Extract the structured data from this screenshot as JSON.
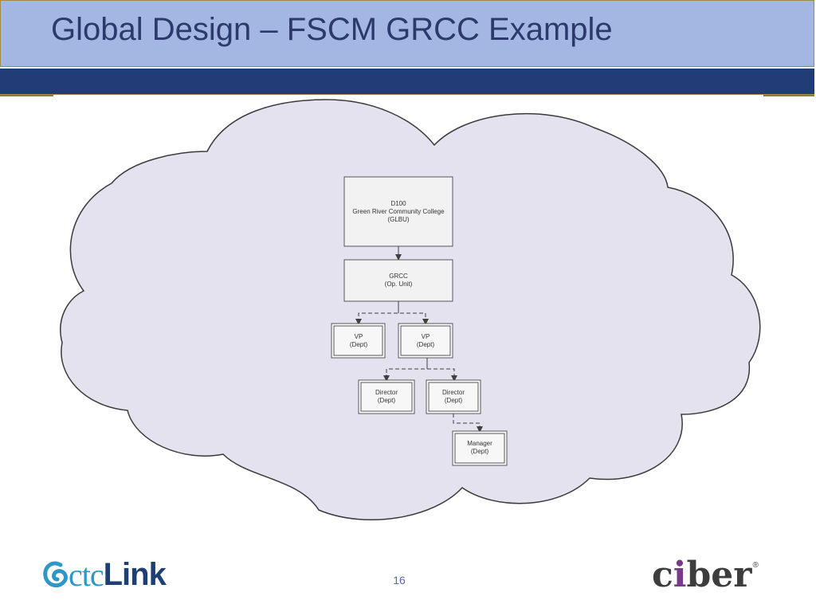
{
  "slide": {
    "title": "Global Design – FSCM GRCC Example",
    "page_number": "16"
  },
  "diagram": {
    "nodes": {
      "root": {
        "line1": "D100",
        "line2": "Green River Community College",
        "line3": "(GLBU)"
      },
      "unit": {
        "line1": "GRCC",
        "line2": "(Op. Unit)"
      },
      "vp_left": {
        "line1": "VP",
        "line2": "(Dept)"
      },
      "vp_right": {
        "line1": "VP",
        "line2": "(Dept)"
      },
      "dir_left": {
        "line1": "Director",
        "line2": "(Dept)"
      },
      "dir_right": {
        "line1": "Director",
        "line2": "(Dept)"
      },
      "manager": {
        "line1": "Manager",
        "line2": "(Dept)"
      }
    },
    "colors": {
      "cloud_fill": "#e5e2ef",
      "cloud_stroke": "#3a3a3a",
      "box_fill": "#f2f2f2",
      "connector": "#404040"
    }
  },
  "logos": {
    "left": {
      "part1": "ctc",
      "part2": "Link",
      "icon": "swirl-logo-icon"
    },
    "right": {
      "part1": "c",
      "part2": "i",
      "part3": "ber",
      "mark": "®"
    }
  }
}
